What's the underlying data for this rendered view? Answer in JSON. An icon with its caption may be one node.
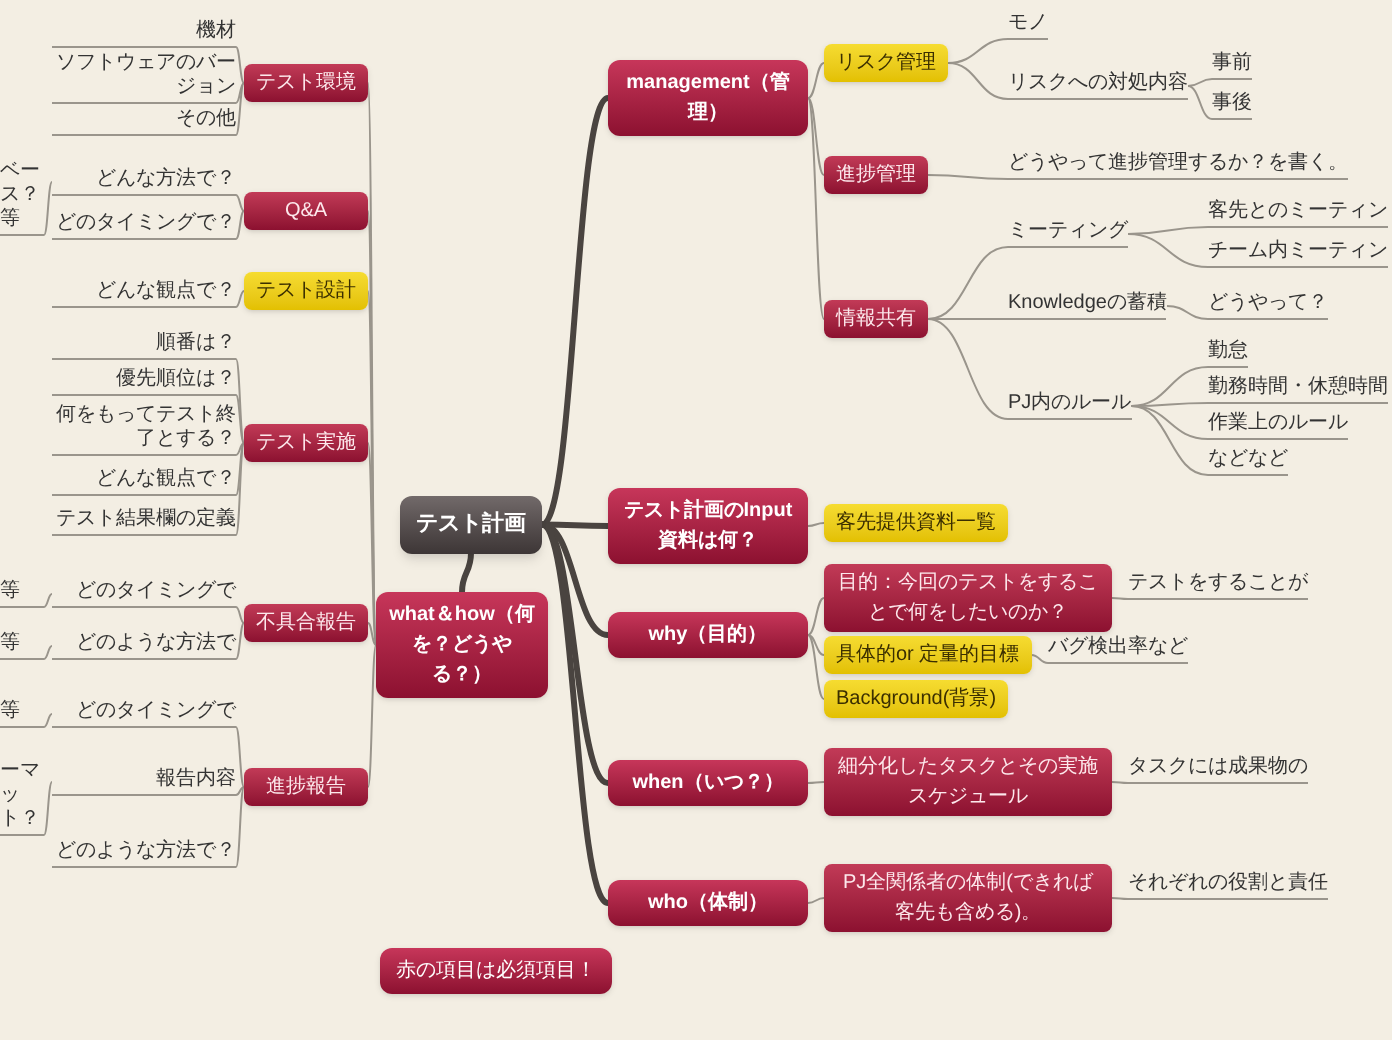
{
  "diagram": {
    "nodes": [
      {
        "text": [
          "テスト計画"
        ]
      },
      {
        "text": [
          "what＆how（何を？どうやる？）"
        ]
      },
      {
        "text": [
          "テスト環境"
        ]
      },
      {
        "text": [
          "機材"
        ]
      },
      {
        "text": [
          "ソフトウェアのバージョン"
        ]
      },
      {
        "text": [
          "その他"
        ]
      },
      {
        "text": [
          "Q&A"
        ]
      },
      {
        "text": [
          "どんな方法で？"
        ]
      },
      {
        "text": [
          "ベース？等"
        ]
      },
      {
        "text": [
          "どのタイミングで？"
        ]
      },
      {
        "text": [
          "テスト設計"
        ]
      },
      {
        "text": [
          "どんな観点で？"
        ]
      },
      {
        "text": [
          "テスト実施"
        ]
      },
      {
        "text": [
          "順番は？"
        ]
      },
      {
        "text": [
          "優先順位は？"
        ]
      },
      {
        "text": [
          "何をもってテスト終了とする？"
        ]
      },
      {
        "text": [
          "どんな観点で？"
        ]
      },
      {
        "text": [
          "テスト結果欄の定義"
        ]
      },
      {
        "text": [
          "不具合報告"
        ]
      },
      {
        "text": [
          "どのタイミングで"
        ]
      },
      {
        "text": [
          "等"
        ]
      },
      {
        "text": [
          "どのような方法で"
        ]
      },
      {
        "text": [
          "等"
        ]
      },
      {
        "text": [
          "進捗報告"
        ]
      },
      {
        "text": [
          "どのタイミングで"
        ]
      },
      {
        "text": [
          "等"
        ]
      },
      {
        "text": [
          "報告内容"
        ]
      },
      {
        "text": [
          "ーマット？"
        ]
      },
      {
        "text": [
          "どのような方法で？"
        ]
      },
      {
        "text": [
          "赤の項目は必須項目！"
        ]
      },
      {
        "text": [
          "management（管理）"
        ]
      },
      {
        "text": [
          "リスク管理"
        ]
      },
      {
        "text": [
          "モノ"
        ]
      },
      {
        "text": [
          "リスクへの対処内容"
        ]
      },
      {
        "text": [
          "事前"
        ]
      },
      {
        "text": [
          "事後"
        ]
      },
      {
        "text": [
          "進捗管理"
        ]
      },
      {
        "text": [
          "どうやって進捗管理するか？を書く。"
        ]
      },
      {
        "text": [
          "情報共有"
        ]
      },
      {
        "text": [
          "ミーティング"
        ]
      },
      {
        "text": [
          "客先とのミーティン"
        ]
      },
      {
        "text": [
          "チーム内ミーティン"
        ]
      },
      {
        "text": [
          "Knowledgeの蓄積"
        ]
      },
      {
        "text": [
          "どうやって？"
        ]
      },
      {
        "text": [
          "PJ内のルール"
        ]
      },
      {
        "text": [
          "勤怠"
        ]
      },
      {
        "text": [
          "勤務時間・休憩時間"
        ]
      },
      {
        "text": [
          "作業上のルール"
        ]
      },
      {
        "text": [
          "などなど"
        ]
      },
      {
        "text": [
          "テスト計画のInput資料は何？"
        ]
      },
      {
        "text": [
          "客先提供資料一覧"
        ]
      },
      {
        "text": [
          "why（目的）"
        ]
      },
      {
        "text": [
          "目的：今回のテストをすることで何をしたいのか？"
        ]
      },
      {
        "text": [
          "テストをすることが"
        ]
      },
      {
        "text": [
          "具体的or 定量的目標"
        ]
      },
      {
        "text": [
          "バグ検出率など"
        ]
      },
      {
        "text": [
          "Background(背景)"
        ]
      },
      {
        "text": [
          "when（いつ？）"
        ]
      },
      {
        "text": [
          "細分化したタスクとその実施スケジュール"
        ]
      },
      {
        "text": [
          "タスクには成果物の"
        ]
      },
      {
        "text": [
          "who（体制）"
        ]
      },
      {
        "text": [
          "PJ全関係者の体制(できれば客先も含める)。"
        ]
      },
      {
        "text": [
          "それぞれの役割と責任"
        ]
      }
    ],
    "edges": [
      {
        "from": 0,
        "to": 1,
        "arrow": "none",
        "style": "thick"
      },
      {
        "from": 1,
        "to": 2,
        "arrow": "none"
      },
      {
        "from": 2,
        "to": 3,
        "arrow": "none"
      },
      {
        "from": 2,
        "to": 4,
        "arrow": "none"
      },
      {
        "from": 2,
        "to": 5,
        "arrow": "none"
      },
      {
        "from": 1,
        "to": 6,
        "arrow": "none"
      },
      {
        "from": 6,
        "to": 7,
        "arrow": "none"
      },
      {
        "from": 7,
        "to": 8,
        "arrow": "none"
      },
      {
        "from": 6,
        "to": 9,
        "arrow": "none"
      },
      {
        "from": 1,
        "to": 10,
        "arrow": "none"
      },
      {
        "from": 10,
        "to": 11,
        "arrow": "none"
      },
      {
        "from": 1,
        "to": 12,
        "arrow": "none"
      },
      {
        "from": 12,
        "to": 13,
        "arrow": "none"
      },
      {
        "from": 12,
        "to": 14,
        "arrow": "none"
      },
      {
        "from": 12,
        "to": 15,
        "arrow": "none"
      },
      {
        "from": 12,
        "to": 16,
        "arrow": "none"
      },
      {
        "from": 12,
        "to": 17,
        "arrow": "none"
      },
      {
        "from": 1,
        "to": 18,
        "arrow": "none"
      },
      {
        "from": 18,
        "to": 19,
        "arrow": "none"
      },
      {
        "from": 19,
        "to": 20,
        "arrow": "none"
      },
      {
        "from": 18,
        "to": 21,
        "arrow": "none"
      },
      {
        "from": 21,
        "to": 22,
        "arrow": "none"
      },
      {
        "from": 1,
        "to": 23,
        "arrow": "none"
      },
      {
        "from": 23,
        "to": 24,
        "arrow": "none"
      },
      {
        "from": 24,
        "to": 25,
        "arrow": "none"
      },
      {
        "from": 23,
        "to": 26,
        "arrow": "none"
      },
      {
        "from": 26,
        "to": 27,
        "arrow": "none"
      },
      {
        "from": 23,
        "to": 28,
        "arrow": "none"
      },
      {
        "from": 0,
        "to": 30,
        "arrow": "none",
        "style": "thick"
      },
      {
        "from": 30,
        "to": 31,
        "arrow": "none"
      },
      {
        "from": 31,
        "to": 32,
        "arrow": "none"
      },
      {
        "from": 31,
        "to": 33,
        "arrow": "none"
      },
      {
        "from": 33,
        "to": 34,
        "arrow": "none"
      },
      {
        "from": 33,
        "to": 35,
        "arrow": "none"
      },
      {
        "from": 30,
        "to": 36,
        "arrow": "none"
      },
      {
        "from": 36,
        "to": 37,
        "arrow": "none"
      },
      {
        "from": 30,
        "to": 38,
        "arrow": "none"
      },
      {
        "from": 38,
        "to": 39,
        "arrow": "none"
      },
      {
        "from": 39,
        "to": 40,
        "arrow": "none"
      },
      {
        "from": 39,
        "to": 41,
        "arrow": "none"
      },
      {
        "from": 38,
        "to": 42,
        "arrow": "none"
      },
      {
        "from": 42,
        "to": 43,
        "arrow": "none"
      },
      {
        "from": 38,
        "to": 44,
        "arrow": "none"
      },
      {
        "from": 44,
        "to": 45,
        "arrow": "none"
      },
      {
        "from": 44,
        "to": 46,
        "arrow": "none"
      },
      {
        "from": 44,
        "to": 47,
        "arrow": "none"
      },
      {
        "from": 44,
        "to": 48,
        "arrow": "none"
      },
      {
        "from": 0,
        "to": 49,
        "arrow": "none",
        "style": "thick"
      },
      {
        "from": 49,
        "to": 50,
        "arrow": "none"
      },
      {
        "from": 0,
        "to": 51,
        "arrow": "none",
        "style": "thick"
      },
      {
        "from": 51,
        "to": 52,
        "arrow": "none"
      },
      {
        "from": 52,
        "to": 53,
        "arrow": "none"
      },
      {
        "from": 51,
        "to": 54,
        "arrow": "none"
      },
      {
        "from": 54,
        "to": 55,
        "arrow": "none"
      },
      {
        "from": 51,
        "to": 56,
        "arrow": "none"
      },
      {
        "from": 0,
        "to": 57,
        "arrow": "none",
        "style": "thick"
      },
      {
        "from": 57,
        "to": 58,
        "arrow": "none"
      },
      {
        "from": 58,
        "to": 59,
        "arrow": "none"
      },
      {
        "from": 0,
        "to": 60,
        "arrow": "none",
        "style": "thick"
      },
      {
        "from": 60,
        "to": 61,
        "arrow": "none"
      },
      {
        "from": 61,
        "to": 62,
        "arrow": "none"
      }
    ]
  }
}
